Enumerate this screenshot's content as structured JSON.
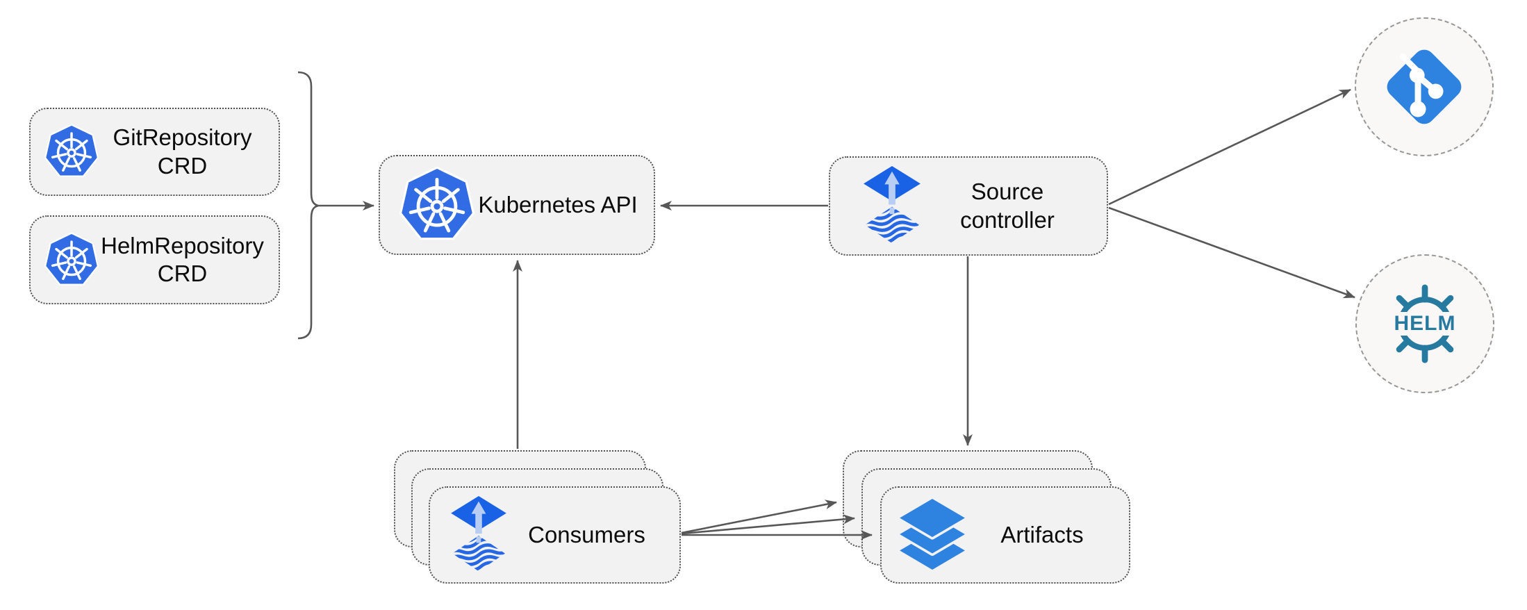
{
  "diagram": {
    "kind": "flux-source-controller-architecture"
  },
  "colors": {
    "kubernetes_blue": "#326ce5",
    "flux_blue": "#1a62e5",
    "flux_arrow_light": "#b7cdf3",
    "git_blue": "#2e82e0",
    "layers_blue": "#2e82e0",
    "helm_teal": "#26799f",
    "node_fill": "#f2f2f2",
    "node_border": "#4f4f4f",
    "circle_fill": "#f9f8f6",
    "edge_gray": "#575757"
  },
  "nodes": {
    "git_repo_crd": {
      "line1": "GitRepository",
      "line2": "CRD",
      "icon": "kubernetes-icon"
    },
    "helm_repo_crd": {
      "line1": "HelmRepository",
      "line2": "CRD",
      "icon": "kubernetes-icon"
    },
    "kubernetes_api": {
      "label": "Kubernetes API",
      "icon": "kubernetes-icon"
    },
    "source_controller": {
      "line1": "Source",
      "line2": "controller",
      "icon": "flux-source-controller-icon"
    },
    "consumers": {
      "label": "Consumers",
      "icon": "flux-source-controller-icon",
      "stack_count": 3
    },
    "artifacts": {
      "label": "Artifacts",
      "icon": "layers-icon",
      "stack_count": 3
    },
    "git_remote": {
      "icon": "git-icon"
    },
    "helm_remote": {
      "label": "HELM",
      "icon": "helm-wheel-icon"
    }
  },
  "edges": [
    {
      "from": "git_repo_crd & helm_repo_crd",
      "to": "kubernetes_api",
      "via": "brace"
    },
    {
      "from": "source_controller",
      "to": "kubernetes_api"
    },
    {
      "from": "consumers",
      "to": "kubernetes_api"
    },
    {
      "from": "source_controller",
      "to": "artifacts"
    },
    {
      "from": "source_controller",
      "to": "git_remote"
    },
    {
      "from": "source_controller",
      "to": "helm_remote"
    },
    {
      "from": "consumers",
      "to": "artifacts",
      "count": 3
    }
  ]
}
